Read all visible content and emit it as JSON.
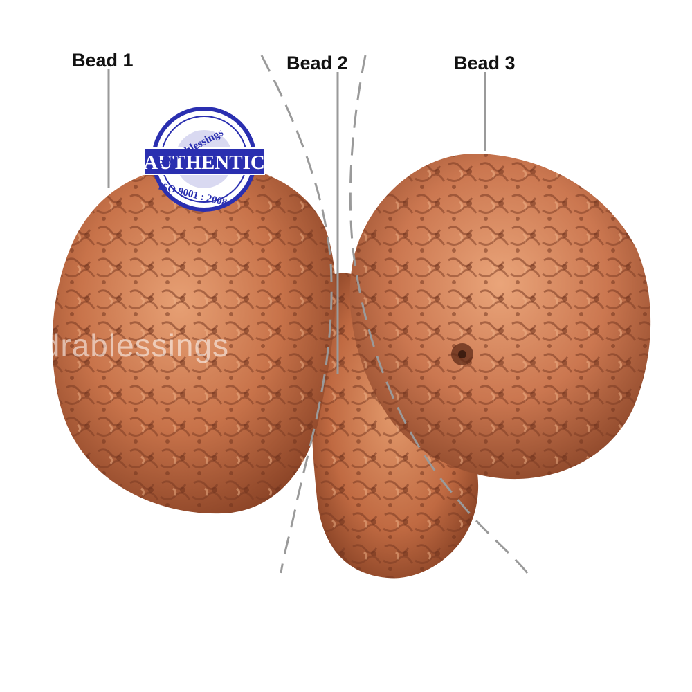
{
  "labels": {
    "bead_1": "Bead 1",
    "bead_2": "Bead 2",
    "bead_3": "Bead 3"
  },
  "badge": {
    "brand": "Rudrablessings",
    "main": "AUTHENTIC",
    "cert": "ISO 9001 : 2008"
  },
  "watermark": "Rudrablessings",
  "colors": {
    "bead_base": "#c8734a",
    "bead_highlight": "#e39a6c",
    "bead_shadow": "#7a3a22",
    "badge_blue": "#2a2fb0",
    "label_text": "#111111",
    "divider_line": "#9a9a9a"
  }
}
